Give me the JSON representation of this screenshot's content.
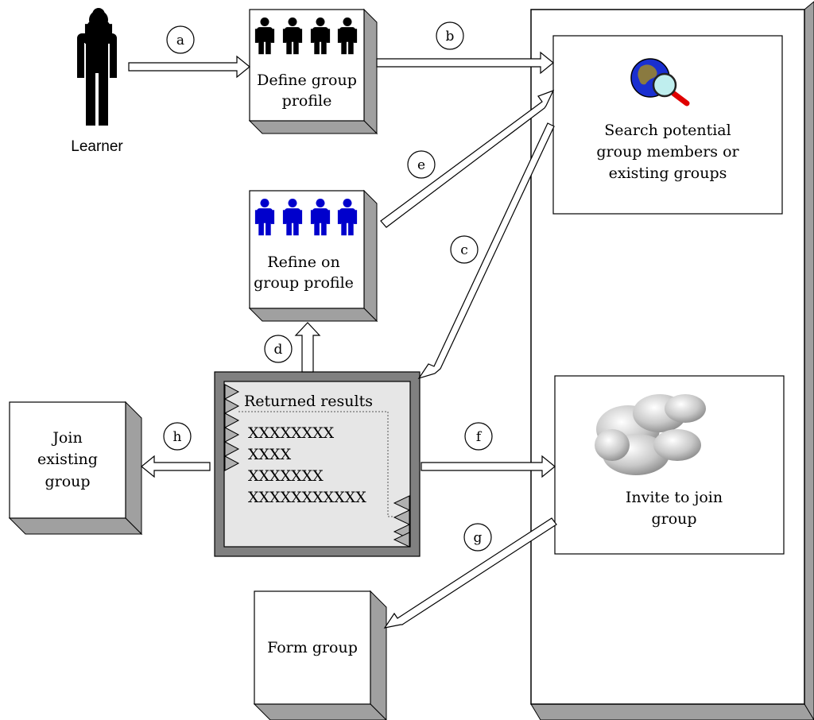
{
  "learner": {
    "label": "Learner"
  },
  "boxes": {
    "define_profile": {
      "label_lines": [
        "Define group",
        "profile"
      ]
    },
    "refine_profile": {
      "label_lines": [
        "Refine on",
        "group profile"
      ]
    },
    "search": {
      "label_lines": [
        "Search potential",
        "group members or",
        "existing groups"
      ]
    },
    "invite": {
      "label_lines": [
        "Invite to join",
        "group"
      ]
    },
    "join_existing": {
      "label_lines": [
        "Join",
        "existing",
        "group"
      ]
    },
    "form_group": {
      "label_lines": [
        "Form group"
      ]
    },
    "results": {
      "title": "Returned results",
      "items": [
        "XXXXXXXX",
        "XXXX",
        "XXXXXXX",
        "XXXXXXXXXXX"
      ]
    }
  },
  "steps": [
    "a",
    "b",
    "c",
    "d",
    "e",
    "f",
    "g",
    "h"
  ],
  "colors": {
    "define_people": "#000000",
    "refine_people": "#0000cc",
    "cube_side": "#a0a0a0",
    "results_frame": "#808080",
    "results_fill": "#e6e6e6"
  },
  "icons": {
    "search_icon": "globe-magnifier-icon",
    "invite_icon": "cloud-icon"
  }
}
